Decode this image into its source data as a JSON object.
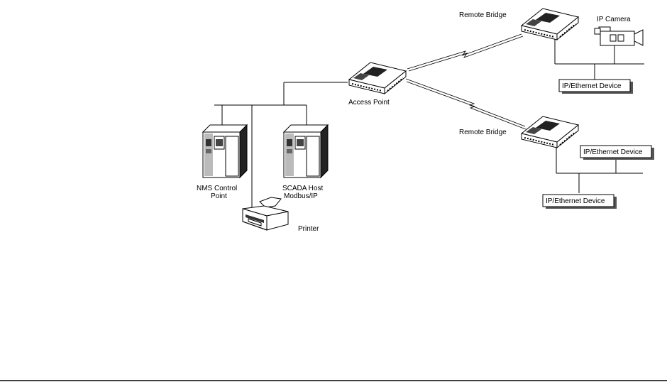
{
  "labels": {
    "access_point": "Access Point",
    "remote_bridge_top": "Remote Bridge",
    "remote_bridge_bottom": "Remote Bridge",
    "ip_camera": "IP Camera",
    "nms_line1": "NMS Control",
    "nms_line2": "Point",
    "scada_line1": "SCADA Host",
    "scada_line2": "Modbus/IP",
    "printer": "Printer"
  },
  "devices": {
    "ip_device_top": "IP/Ethernet Device",
    "ip_device_mid": "IP/Ethernet Device",
    "ip_device_bottom": "IP/Ethernet Device"
  }
}
